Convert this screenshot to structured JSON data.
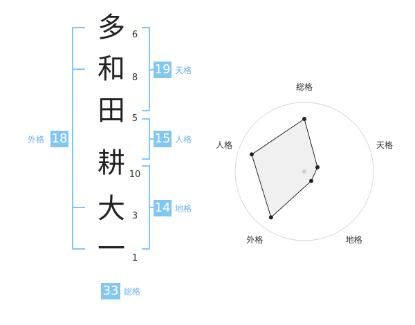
{
  "name": {
    "chars": [
      "多",
      "和",
      "田",
      "耕",
      "大",
      "一"
    ],
    "strokes": [
      "6",
      "8",
      "5",
      "10",
      "3",
      "1"
    ]
  },
  "grades": {
    "tenkaku": {
      "value": "19",
      "label": "天格"
    },
    "jinkaku": {
      "value": "15",
      "label": "人格"
    },
    "chikaku": {
      "value": "14",
      "label": "地格"
    },
    "gaikaku": {
      "value": "18",
      "label": "外格"
    },
    "soukaku": {
      "value": "33",
      "label": "総格"
    }
  },
  "chart_data": {
    "type": "radar",
    "axes": [
      "総格",
      "天格",
      "地格",
      "外格",
      "人格"
    ],
    "values": [
      0.76,
      0.2,
      0.17,
      0.82,
      0.8
    ],
    "range": [
      0,
      1
    ],
    "rings": 4,
    "colors": {
      "fill": "#eeeeee",
      "line": "#222222",
      "ring": "#d8d8d8"
    }
  },
  "colors": {
    "accent": "#84c6f2",
    "label": "#6cb4ea"
  }
}
